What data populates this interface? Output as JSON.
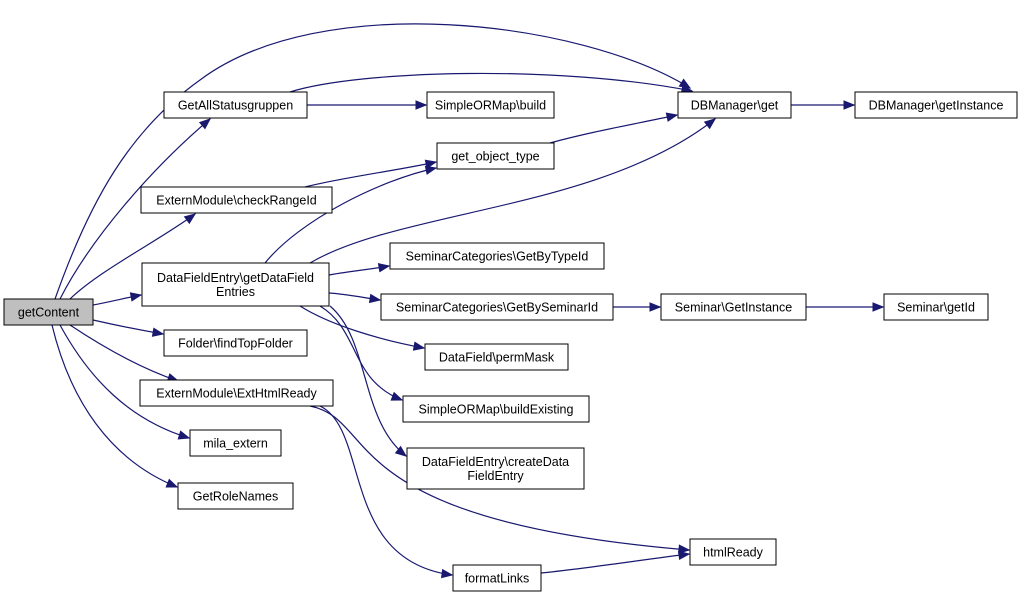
{
  "nodes": [
    {
      "id": "getContent",
      "lines": [
        "getContent"
      ],
      "root": true
    },
    {
      "id": "getAllStatusgruppen",
      "lines": [
        "GetAllStatusgruppen"
      ]
    },
    {
      "id": "checkRangeId",
      "lines": [
        "ExternModule\\checkRangeId"
      ]
    },
    {
      "id": "getDataFieldEntries",
      "lines": [
        "DataFieldEntry\\getDataField",
        "Entries"
      ]
    },
    {
      "id": "findTopFolder",
      "lines": [
        "Folder\\findTopFolder"
      ]
    },
    {
      "id": "extHtmlReady",
      "lines": [
        "ExternModule\\ExtHtmlReady"
      ]
    },
    {
      "id": "milaExtern",
      "lines": [
        "mila_extern"
      ]
    },
    {
      "id": "getRoleNames",
      "lines": [
        "GetRoleNames"
      ]
    },
    {
      "id": "ormBuild",
      "lines": [
        "SimpleORMap\\build"
      ]
    },
    {
      "id": "getObjectType",
      "lines": [
        "get_object_type"
      ]
    },
    {
      "id": "dbGet",
      "lines": [
        "DBManager\\get"
      ]
    },
    {
      "id": "dbGetInstance",
      "lines": [
        "DBManager\\getInstance"
      ]
    },
    {
      "id": "getByTypeId",
      "lines": [
        "SeminarCategories\\GetByTypeId"
      ]
    },
    {
      "id": "getBySeminarId",
      "lines": [
        "SeminarCategories\\GetBySeminarId"
      ]
    },
    {
      "id": "seminarGetInstance",
      "lines": [
        "Seminar\\GetInstance"
      ]
    },
    {
      "id": "seminarGetId",
      "lines": [
        "Seminar\\getId"
      ]
    },
    {
      "id": "permMask",
      "lines": [
        "DataField\\permMask"
      ]
    },
    {
      "id": "buildExisting",
      "lines": [
        "SimpleORMap\\buildExisting"
      ]
    },
    {
      "id": "createDataFieldEntry",
      "lines": [
        "DataFieldEntry\\createData",
        "FieldEntry"
      ]
    },
    {
      "id": "htmlReady",
      "lines": [
        "htmlReady"
      ]
    },
    {
      "id": "formatLinks",
      "lines": [
        "formatLinks"
      ]
    }
  ],
  "edges": [
    {
      "from": "getContent",
      "to": "dbGet"
    },
    {
      "from": "getContent",
      "to": "getAllStatusgruppen"
    },
    {
      "from": "getContent",
      "to": "checkRangeId"
    },
    {
      "from": "getContent",
      "to": "getDataFieldEntries"
    },
    {
      "from": "getContent",
      "to": "findTopFolder"
    },
    {
      "from": "getContent",
      "to": "extHtmlReady"
    },
    {
      "from": "getContent",
      "to": "milaExtern"
    },
    {
      "from": "getContent",
      "to": "getRoleNames"
    },
    {
      "from": "getAllStatusgruppen",
      "to": "dbGet"
    },
    {
      "from": "getAllStatusgruppen",
      "to": "ormBuild"
    },
    {
      "from": "dbGet",
      "to": "dbGetInstance"
    },
    {
      "from": "checkRangeId",
      "to": "getObjectType"
    },
    {
      "from": "getObjectType",
      "to": "dbGet"
    },
    {
      "from": "getDataFieldEntries",
      "to": "getObjectType"
    },
    {
      "from": "getDataFieldEntries",
      "to": "dbGet"
    },
    {
      "from": "getDataFieldEntries",
      "to": "getByTypeId"
    },
    {
      "from": "getDataFieldEntries",
      "to": "getBySeminarId"
    },
    {
      "from": "getDataFieldEntries",
      "to": "permMask"
    },
    {
      "from": "getDataFieldEntries",
      "to": "buildExisting"
    },
    {
      "from": "getDataFieldEntries",
      "to": "createDataFieldEntry"
    },
    {
      "from": "getBySeminarId",
      "to": "seminarGetInstance"
    },
    {
      "from": "seminarGetInstance",
      "to": "seminarGetId"
    },
    {
      "from": "extHtmlReady",
      "to": "htmlReady"
    },
    {
      "from": "extHtmlReady",
      "to": "formatLinks"
    },
    {
      "from": "formatLinks",
      "to": "htmlReady"
    }
  ]
}
